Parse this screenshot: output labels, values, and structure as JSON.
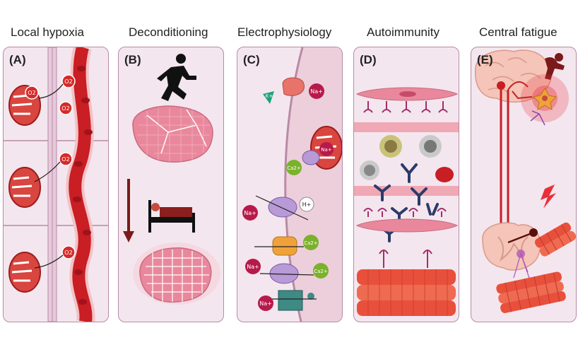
{
  "panels": [
    {
      "title": "Local hypoxia",
      "label": "(A)",
      "o2": [
        "O2",
        "O2",
        "O2",
        "O2",
        "O2"
      ]
    },
    {
      "title": "Deconditioning",
      "label": "(B)"
    },
    {
      "title": "Electrophysiology",
      "label": "(C)",
      "ions": {
        "k": "K+",
        "na1": "Na+",
        "na2": "Na+",
        "ca1": "Ca2+",
        "na3": "Na+",
        "h": "H+",
        "ca2": "Ca2+",
        "na4": "Na+",
        "ca3": "Ca2+",
        "na5": "Na+"
      }
    },
    {
      "title": "Autoimmunity",
      "label": "(D)"
    },
    {
      "title": "Central fatigue",
      "label": "(E)"
    }
  ],
  "colors": {
    "panel_bg": "#f4e6ee",
    "panel_border": "#b98aa6",
    "blood_red": "#c81e24",
    "muscle_red": "#e8503c",
    "tissue_pink": "#e9889c",
    "channel_purple": "#b79ad6"
  }
}
